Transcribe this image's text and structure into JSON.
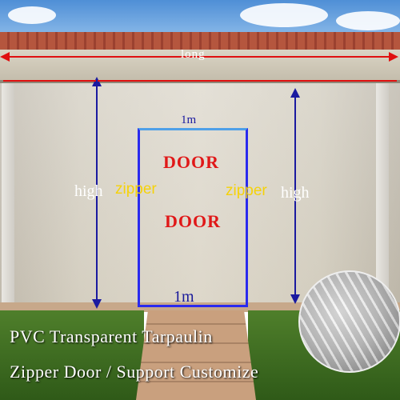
{
  "labels": {
    "long": "long",
    "width_top": "1m",
    "width_bottom": "1m",
    "door_upper": "DOOR",
    "door_lower": "DOOR",
    "zipper_left": "zipper",
    "zipper_right": "zipper",
    "high_left": "high",
    "high_right": "high"
  },
  "caption": {
    "line1": "PVC Transparent Tarpaulin",
    "line2": "Zipper Door / Support Customize"
  },
  "colors": {
    "dimension_red": "#e01010",
    "dimension_blue": "#1a1aa0",
    "door_text": "#e01818",
    "zipper_text": "#f5d20a"
  }
}
